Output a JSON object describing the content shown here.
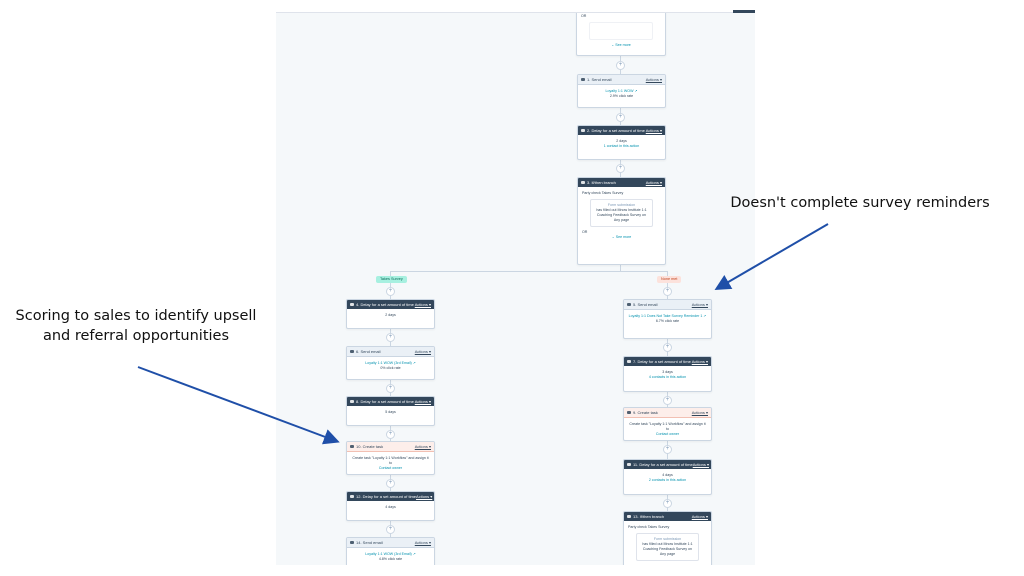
{
  "annotations": {
    "right": "Doesn't complete survey reminders",
    "left_line1": "Scoring to sales to identify upsell",
    "left_line2": "and referral opportunities"
  },
  "colors": {
    "annotation_arrow": "#1f4fa8",
    "card_header_dark": "#33475b",
    "link": "#0091ae",
    "branch_left_bg": "#a7f0e0",
    "branch_right_bg": "#fce2dc"
  },
  "common": {
    "actions": "Actions ▾",
    "plus": "+"
  },
  "top": {
    "partial_card": {
      "label": "OR",
      "see_more": "⌄ See more"
    },
    "send_email": {
      "title": "1. Send email",
      "email": "Loyalty 1:1 WOW ↗",
      "rate": "2.9% click rate"
    },
    "delay": {
      "title": "2. Delay for a set amount of time",
      "duration": "2 days",
      "contacts": "1 contact in this action"
    },
    "if_then": {
      "title": "3. If/then branch",
      "criteria": "Party check Takes Survey",
      "sub_title": "Form submission",
      "sub_text": "has filled out Mnow Institute 1:1 Coaching Feedback Survey on Any page",
      "or": "OR",
      "see_more": "⌄ See more"
    }
  },
  "branches": {
    "left_label": "Takes Survey",
    "right_label": "None met"
  },
  "left": {
    "delay_4": {
      "title": "4. Delay for a set amount of time",
      "duration": "2 days"
    },
    "email_6": {
      "title": "6. Send email",
      "email": "Loyalty 1:1 WOW (3rd Email) ↗",
      "rate": "0% click rate"
    },
    "delay_8": {
      "title": "8. Delay for a set amount of time",
      "duration": "5 days"
    },
    "task_10": {
      "title": "10. Create task",
      "text": "Create task \"Loyalty 1:1 Workflow\" and assign it to",
      "owner": "Contact owner"
    },
    "delay_12": {
      "title": "12. Delay for a set amount of time",
      "duration": "4 days"
    },
    "email_14": {
      "title": "14. Send email",
      "email": "Loyalty 1:1 WOW (3rd Email) ↗",
      "rate": "4.8% click rate"
    }
  },
  "right": {
    "email_5": {
      "title": "5. Send email",
      "email": "Loyalty 1:1 Does Not Take Survey Reminder 1 ↗",
      "rate": "6.7% click rate"
    },
    "delay_7": {
      "title": "7. Delay for a set amount of time",
      "duration": "3 days",
      "contacts": "4 contacts in this action"
    },
    "task_9": {
      "title": "9. Create task",
      "text": "Create task \"Loyalty 1:1 Workflow\" and assign it to",
      "owner": "Contact owner"
    },
    "delay_11": {
      "title": "11. Delay for a set amount of time",
      "duration": "4 days",
      "contacts": "2 contacts in this action"
    },
    "if_then_13": {
      "title": "13. If/then branch",
      "criteria": "Party check Takes Survey",
      "sub_title": "Form submission",
      "sub_text": "has filled out Mnow Institute 1:1 Coaching Feedback Survey on Any page"
    }
  }
}
